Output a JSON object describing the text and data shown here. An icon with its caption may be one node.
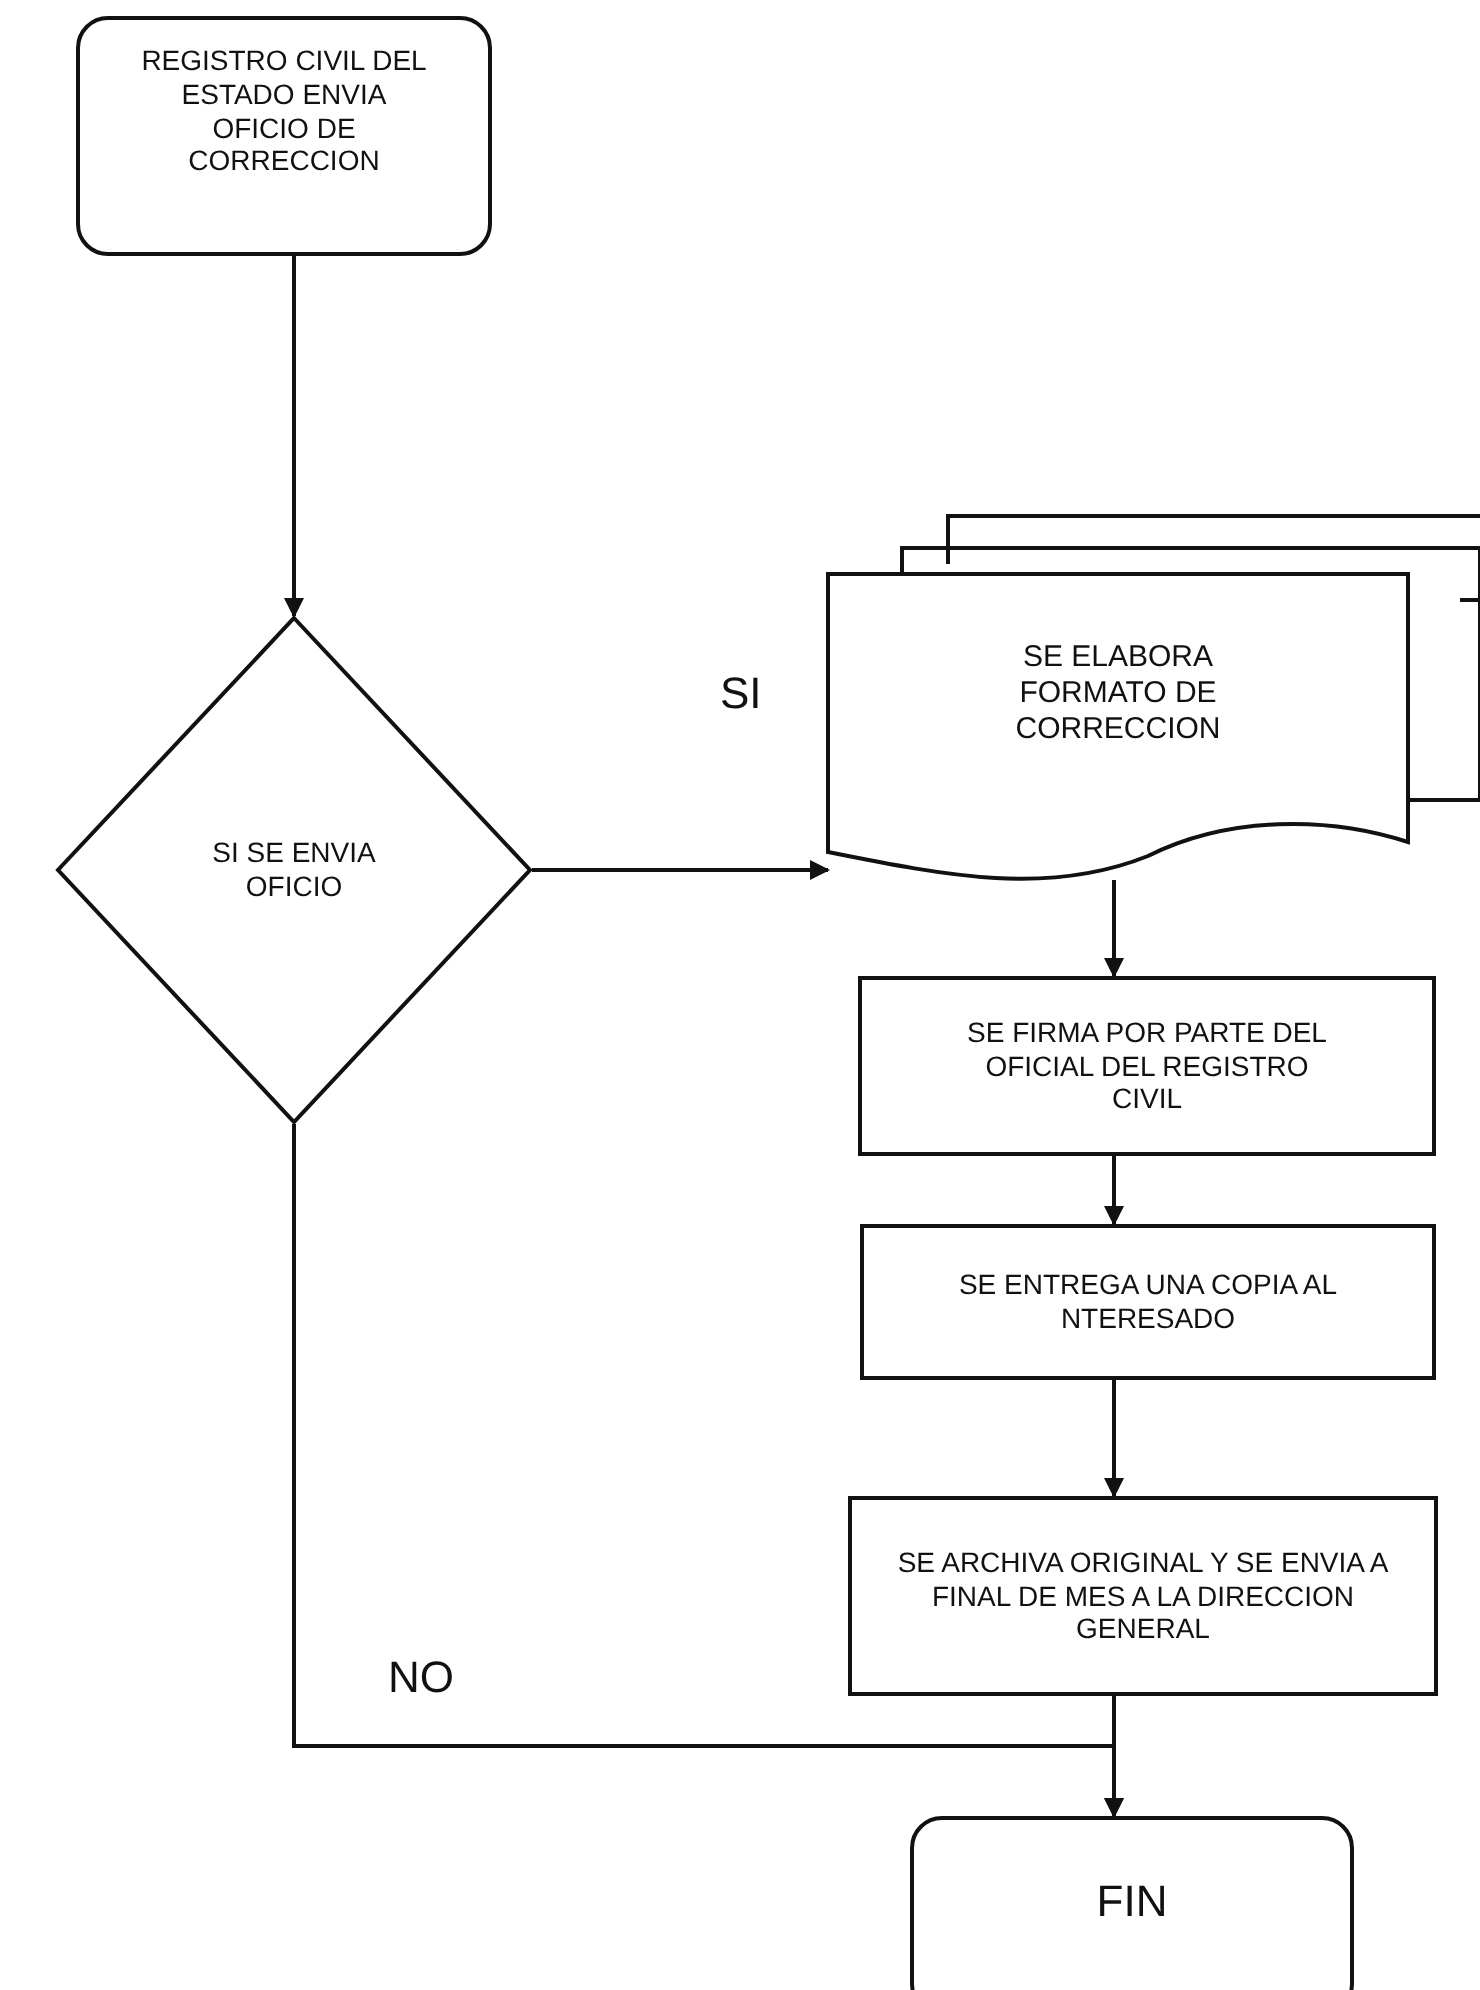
{
  "diagram": {
    "nodes": [
      {
        "text": [
          "REGISTRO CIVIL DEL ESTADO ENVIA OFICIO DE CORRECCION"
        ]
      },
      {
        "text": [
          "SI SE ENVIA OFICIO"
        ]
      },
      {
        "text": [
          "SE ELABORA FORMATO DE CORRECCION"
        ]
      },
      {
        "text": [
          "SE FIRMA POR PARTE DEL OFICIAL DEL REGISTRO CIVIL"
        ]
      },
      {
        "text": [
          "SE ENTREGA UNA COPIA AL NTERESADO"
        ]
      },
      {
        "text": [
          "SE ARCHIVA ORIGINAL Y SE ENVIA A FINAL DE MES A LA DIRECCION GENERAL"
        ]
      },
      {
        "text": [
          "FIN"
        ]
      }
    ],
    "edges": [
      {
        "from": 0,
        "to": 1,
        "arrow": "to"
      },
      {
        "from": 1,
        "to": 2,
        "arrow": "to",
        "label": "SI"
      },
      {
        "from": 2,
        "to": 3,
        "arrow": "to"
      },
      {
        "from": 3,
        "to": 4,
        "arrow": "to"
      },
      {
        "from": 4,
        "to": 5,
        "arrow": "to"
      },
      {
        "from": 5,
        "to": 6,
        "arrow": "to"
      },
      {
        "from": 1,
        "to": 6,
        "arrow": "to",
        "label": "NO"
      }
    ]
  }
}
